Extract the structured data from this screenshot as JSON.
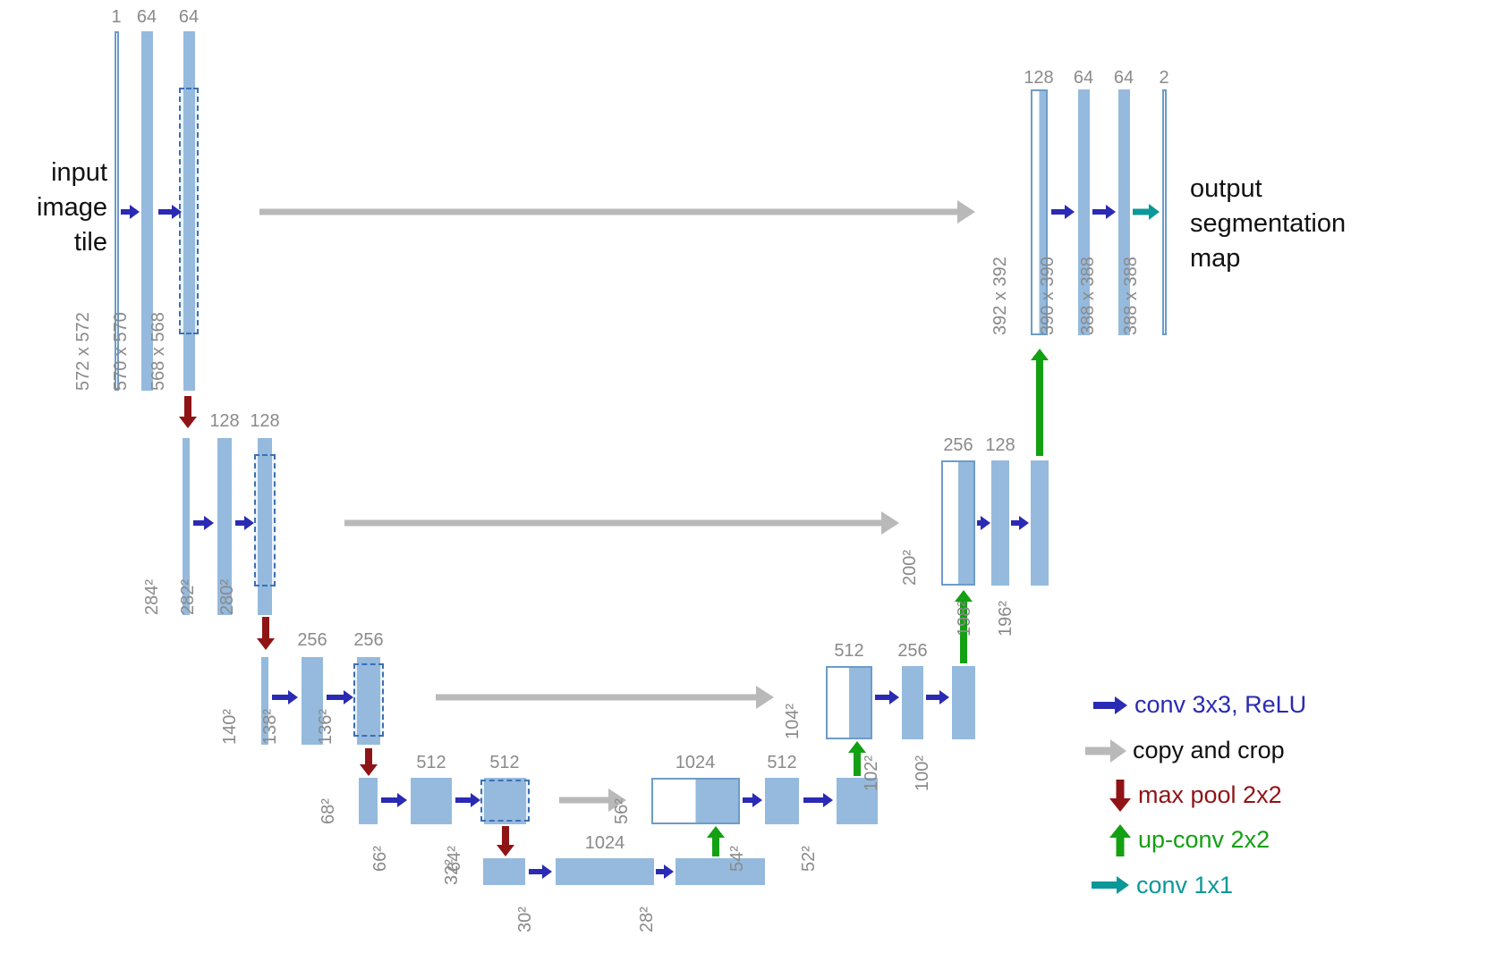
{
  "labels": {
    "input": "input\nimage\ntile",
    "output": "output\nsegmentation\nmap"
  },
  "encoder": {
    "l1": {
      "ch": [
        "1",
        "64",
        "64"
      ],
      "sz": [
        "572 x 572",
        "570 x 570",
        "568 x 568"
      ]
    },
    "l2": {
      "ch": [
        "128",
        "128"
      ],
      "sz": [
        "284²",
        "282²",
        "280²"
      ]
    },
    "l3": {
      "ch": [
        "256",
        "256"
      ],
      "sz": [
        "140²",
        "138²",
        "136²"
      ]
    },
    "l4": {
      "ch": [
        "512",
        "512"
      ],
      "sz": [
        "68²",
        "66²",
        "64²"
      ]
    },
    "bottleneck": {
      "ch": [
        "1024"
      ],
      "sz": [
        "32²",
        "30²",
        "28²"
      ]
    }
  },
  "decoder": {
    "l4": {
      "ch": [
        "1024",
        "512"
      ],
      "sz": [
        "56²",
        "54²",
        "52²"
      ]
    },
    "l3": {
      "ch": [
        "512",
        "256"
      ],
      "sz": [
        "104²",
        "102²",
        "100²"
      ]
    },
    "l2": {
      "ch": [
        "256",
        "128"
      ],
      "sz": [
        "200²",
        "198²",
        "196²"
      ]
    },
    "l1": {
      "ch": [
        "128",
        "64",
        "64",
        "2"
      ],
      "sz": [
        "392 x 392",
        "390 x 390",
        "388 x 388",
        "388 x 388"
      ]
    }
  },
  "legend": {
    "conv3": "conv 3x3, ReLU",
    "copy": "copy and crop",
    "pool": "max pool 2x2",
    "upconv": "up-conv 2x2",
    "conv1": "conv 1x1"
  },
  "colors": {
    "feature_map": "#95badd",
    "feature_map_border": "#6d9cc9",
    "crop_dash": "#3c6fb4",
    "conv3x3": "#2a2ab4",
    "copy_crop": "#b9b9b9",
    "max_pool": "#8f1416",
    "up_conv": "#13a013",
    "conv1x1": "#0b9898",
    "label_gray": "#8a8a8a",
    "text_black": "#111111"
  }
}
